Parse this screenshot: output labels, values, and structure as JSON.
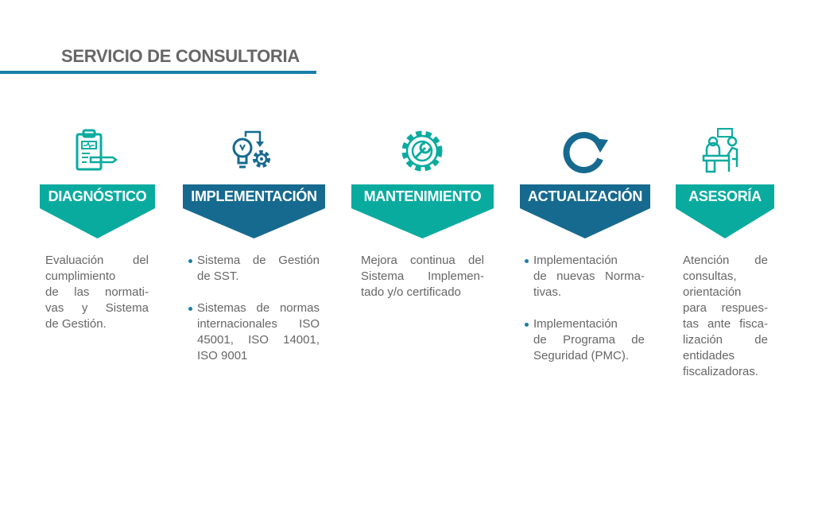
{
  "title": "SERVICIO DE CONSULTORIA",
  "colors": {
    "teal": "#0aab9f",
    "blue": "#166a8f",
    "accent": "#1a7ea8",
    "text": "#666666"
  },
  "columns": [
    {
      "label": "DIAGNÓSTICO",
      "icon": "clipboard-pen-icon",
      "color": "teal",
      "paragraphs": [
        [
          "Evaluación del",
          "cumplimiento",
          "de las normati-",
          "vas y Sistema",
          "de Gestión."
        ]
      ],
      "bullets": false
    },
    {
      "label": "IMPLEMENTACIÓN",
      "icon": "lightbulb-gear-icon",
      "color": "blue",
      "paragraphs": [
        [
          "Sistema de Gestión",
          "de SST."
        ],
        [
          "Sistemas de normas",
          "internacionales ISO",
          "45001, ISO 14001,",
          "ISO 9001"
        ]
      ],
      "bullets": true
    },
    {
      "label": "MANTENIMIENTO",
      "icon": "gear-wrench-icon",
      "color": "teal",
      "paragraphs": [
        [
          "Mejora continua del",
          "Sistema Implemen-",
          "tado y/o certificado"
        ]
      ],
      "bullets": false
    },
    {
      "label": "ACTUALIZACIÓN",
      "icon": "refresh-icon",
      "color": "blue",
      "paragraphs": [
        [
          "Implementación",
          "de nuevas Norma-",
          "tivas."
        ],
        [
          "Implementación",
          "de Programa de",
          "Seguridad (PMC)."
        ]
      ],
      "bullets": true
    },
    {
      "label": "ASESORÍA",
      "icon": "consultation-icon",
      "color": "teal",
      "paragraphs": [
        [
          "Atención de",
          "consultas,",
          "orientación",
          "para respues-",
          "tas ante fisca-",
          "lización de",
          "entidades",
          "fiscalizadoras."
        ]
      ],
      "bullets": false
    }
  ]
}
